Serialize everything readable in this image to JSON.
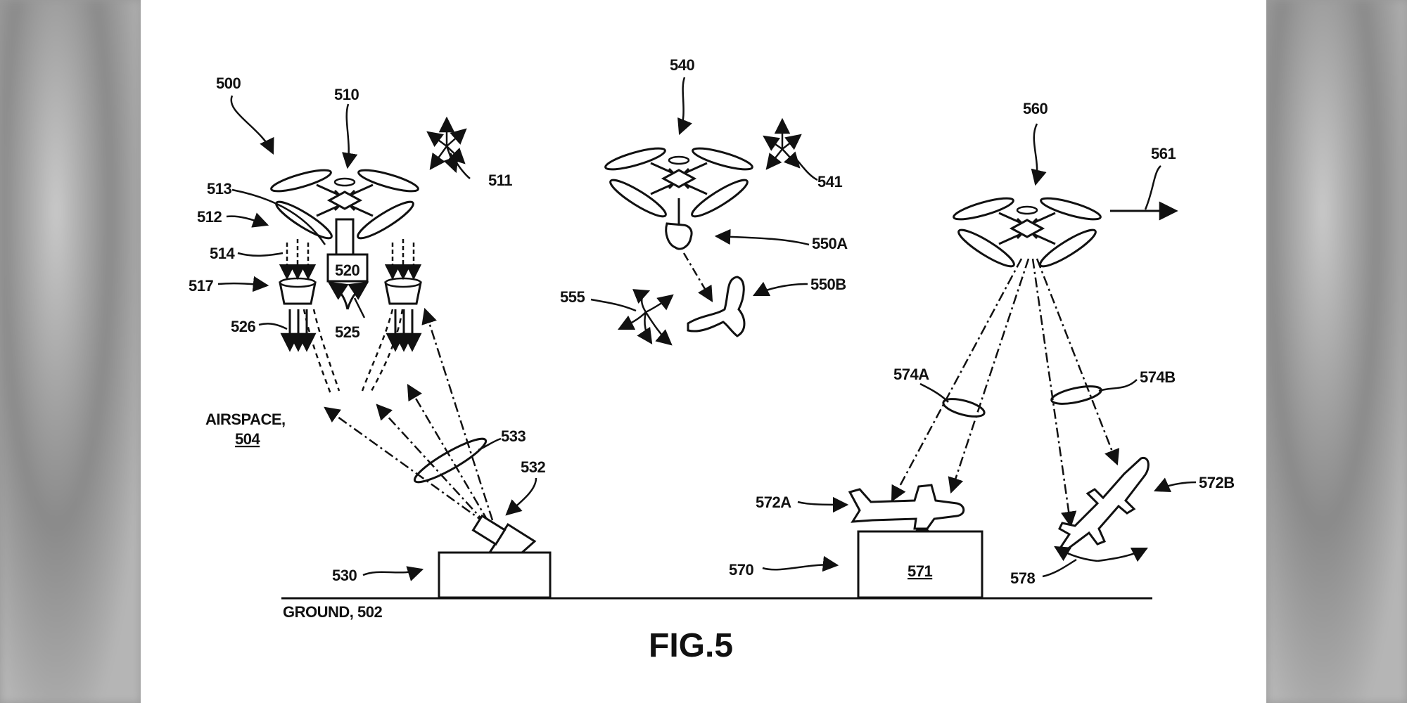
{
  "figure": {
    "caption": "FIG.5",
    "ground_label": "GROUND, 502",
    "airspace_label": "AIRSPACE,",
    "airspace_ref": "504"
  },
  "labels": {
    "l500": "500",
    "l510": "510",
    "l511": "511",
    "l512": "512",
    "l513": "513",
    "l514": "514",
    "l517": "517",
    "l520": "520",
    "l525": "525",
    "l526": "526",
    "l530": "530",
    "l532": "532",
    "l533": "533",
    "l540": "540",
    "l541": "541",
    "l550a": "550A",
    "l550b": "550B",
    "l555": "555",
    "l560": "560",
    "l561": "561",
    "l570": "570",
    "l571": "571",
    "l572a": "572A",
    "l572b": "572B",
    "l574a": "574A",
    "l574b": "574B",
    "l578": "578"
  }
}
